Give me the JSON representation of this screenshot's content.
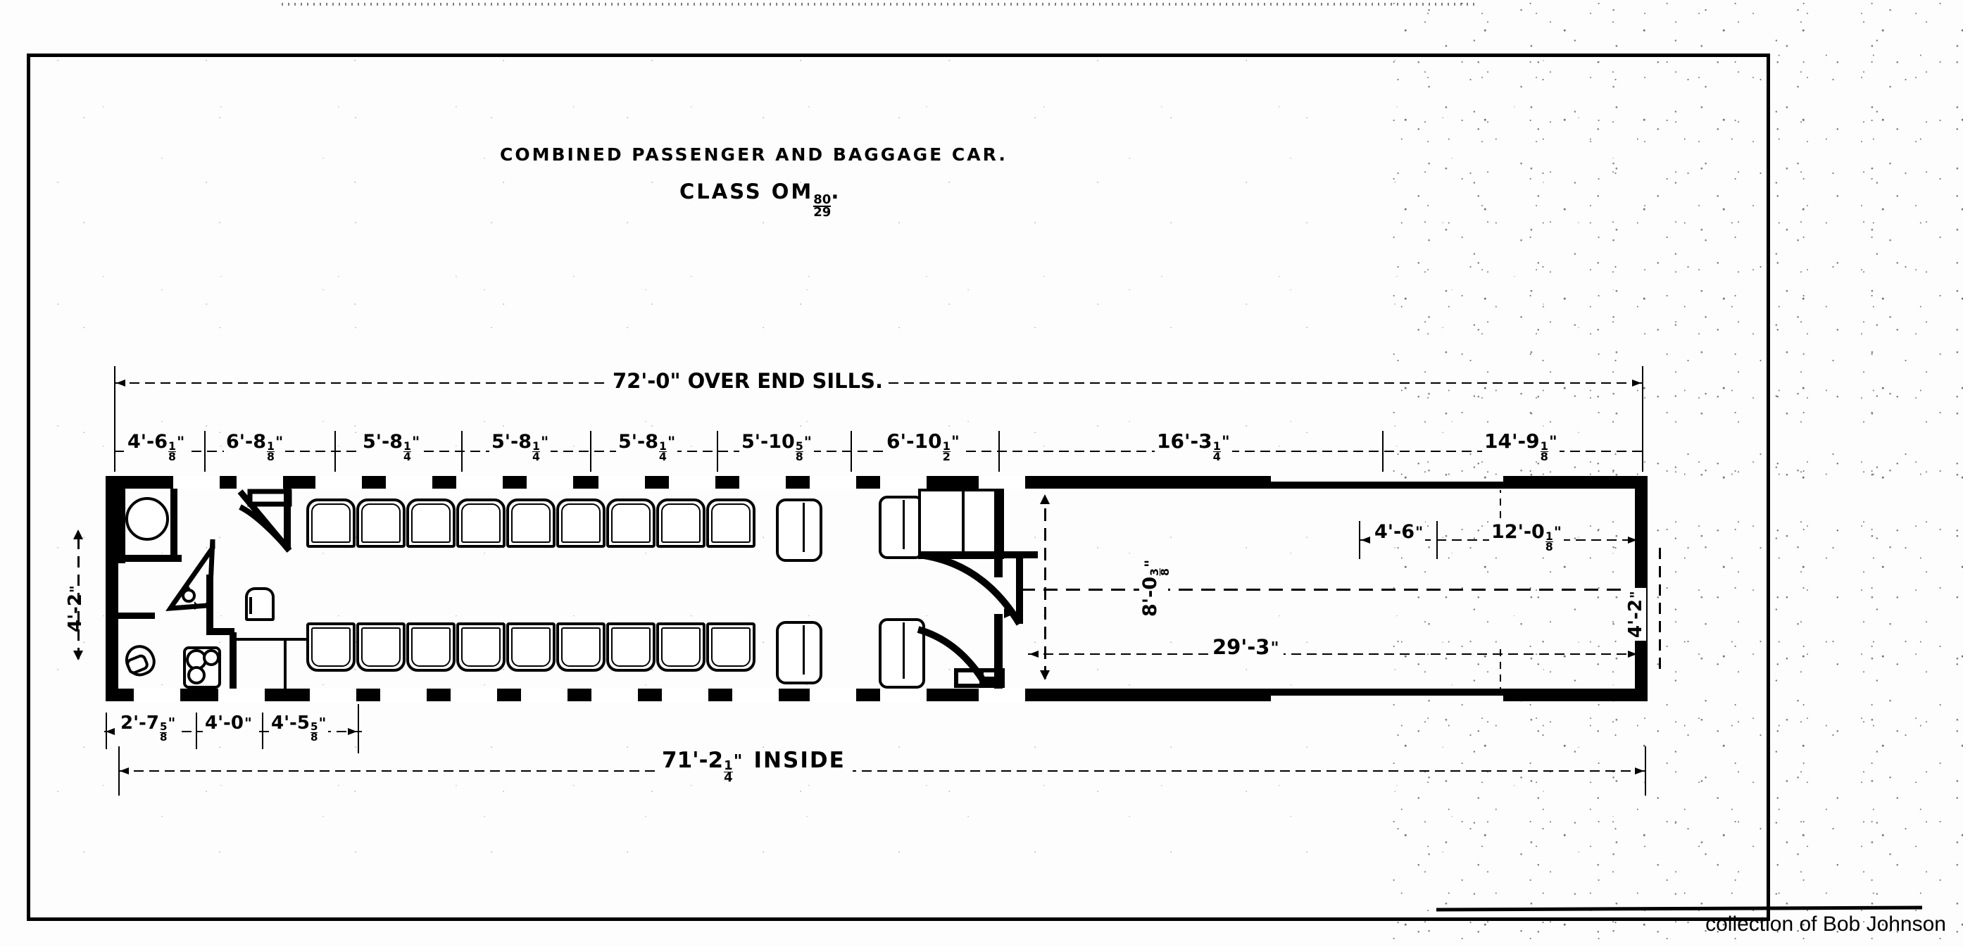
{
  "document": {
    "kind": "railway-car-floor-plan-scan",
    "title_line_1": "COMBINED PASSENGER AND BAGGAGE CAR.",
    "title_class_prefix": "CLASS OM",
    "title_class_numerator": "80",
    "title_class_denominator": "29",
    "title_class_suffix": ".",
    "credit": "collection of Bob Johnson"
  },
  "dimensions": {
    "overall_top": {
      "feet": "72",
      "inches": "0",
      "label": "72'-0\" OVER END SILLS.",
      "note": "OVER END SILLS."
    },
    "overall_bottom": {
      "label": "71'-2¼\" INSIDE",
      "feet": "71",
      "inches": "2",
      "fraction_num": "1",
      "fraction_den": "4",
      "note": "INSIDE"
    },
    "top_chain": [
      {
        "text": "4'-6",
        "num": "1",
        "den": "8",
        "mark": "\""
      },
      {
        "text": "6'-8",
        "num": "1",
        "den": "8",
        "mark": "\""
      },
      {
        "text": "5'-8",
        "num": "1",
        "den": "4",
        "mark": "\""
      },
      {
        "text": "5'-8",
        "num": "1",
        "den": "4",
        "mark": "\""
      },
      {
        "text": "5'-8",
        "num": "1",
        "den": "4",
        "mark": "\""
      },
      {
        "text": "5'-10",
        "num": "5",
        "den": "8",
        "mark": "\""
      },
      {
        "text": "6'-10",
        "num": "1",
        "den": "2",
        "mark": "\""
      },
      {
        "text": "16'-3",
        "num": "1",
        "den": "4",
        "mark": "\""
      },
      {
        "text": "14'-9",
        "num": "1",
        "den": "8",
        "mark": "\""
      }
    ],
    "bottom_chain": [
      {
        "text": "2'-7",
        "num": "5",
        "den": "8",
        "mark": "\""
      },
      {
        "text": "4'-0",
        "num": "",
        "den": "",
        "mark": "\""
      },
      {
        "text": "4'-5",
        "num": "5",
        "den": "8",
        "mark": "\""
      }
    ],
    "baggage_chain": [
      {
        "text": "4'-6",
        "num": "",
        "den": "",
        "mark": "\""
      },
      {
        "text": "12'-0",
        "num": "1",
        "den": "8",
        "mark": "\""
      }
    ],
    "baggage_length": {
      "text": "29'-3",
      "num": "",
      "den": "",
      "mark": "\""
    },
    "baggage_width_vertical": {
      "text": "8'-0",
      "num": "3",
      "den": "8",
      "mark": "\""
    },
    "end_left_vertical": {
      "text": "4'-2",
      "num": "",
      "den": "",
      "mark": "\""
    },
    "end_right_vertical": {
      "text": "4'-2",
      "num": "",
      "den": "",
      "mark": "\""
    }
  },
  "plan": {
    "seat_rows": 2,
    "seats_per_row": 9,
    "extra_seats_per_row": 2,
    "sections": [
      {
        "name": "lavatory-vestibule",
        "side": "left"
      },
      {
        "name": "passenger-compartment",
        "side": "center-left"
      },
      {
        "name": "vestibule-partition",
        "side": "center"
      },
      {
        "name": "baggage-compartment",
        "side": "right"
      }
    ]
  }
}
